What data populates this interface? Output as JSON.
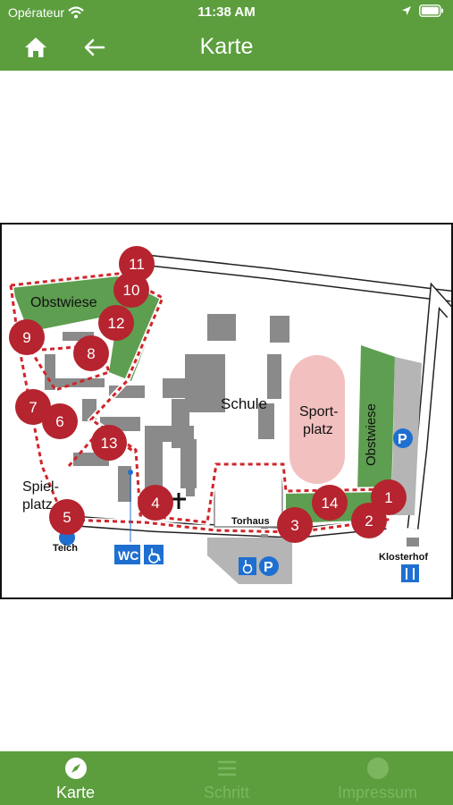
{
  "status": {
    "carrier": "Opérateur",
    "time": "11:38 AM"
  },
  "header": {
    "title": "Karte"
  },
  "map": {
    "labels": {
      "obstwiese_left": "Obstwiese",
      "obstwiese_right": "Obstwiese",
      "schule": "Schule",
      "sportplatz_1": "Sport-",
      "sportplatz_2": "platz",
      "spielplatz_1": "Spiel-",
      "spielplatz_2": "platz",
      "teich": "Teich",
      "torhaus": "Torhaus",
      "klosterhof": "Klosterhof",
      "wc": "WC",
      "parking": "P"
    },
    "markers": [
      "1",
      "2",
      "3",
      "4",
      "5",
      "6",
      "7",
      "8",
      "9",
      "10",
      "11",
      "12",
      "13",
      "14"
    ],
    "colors": {
      "marker": "#b5242f",
      "meadow": "#5e9e50",
      "sport": "#f3c0c0",
      "building": "#8a8a8a",
      "parking_area": "#b5b5b5",
      "sign_blue": "#1f6fd1"
    }
  },
  "tabs": [
    {
      "label": "Karte",
      "icon": "compass-icon",
      "active": true
    },
    {
      "label": "Schritt",
      "icon": "list-icon",
      "active": false
    },
    {
      "label": "Impressum",
      "icon": "info-icon",
      "active": false
    }
  ]
}
